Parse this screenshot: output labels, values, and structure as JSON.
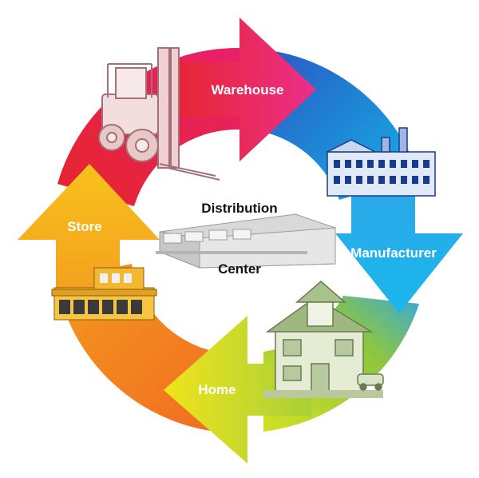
{
  "diagram": {
    "center": {
      "line1": "Distribution",
      "line2": "Center"
    },
    "stages": [
      {
        "label": "Warehouse"
      },
      {
        "label": "Manufacturer"
      },
      {
        "label": "Home"
      },
      {
        "label": "Store"
      }
    ],
    "colors": {
      "warehouse": "#e8206a",
      "manufacturer": "#1f8fe0",
      "home": "#8cc63f",
      "store": "#f5a623",
      "red": "#e5252a",
      "orange": "#f26d21"
    }
  }
}
